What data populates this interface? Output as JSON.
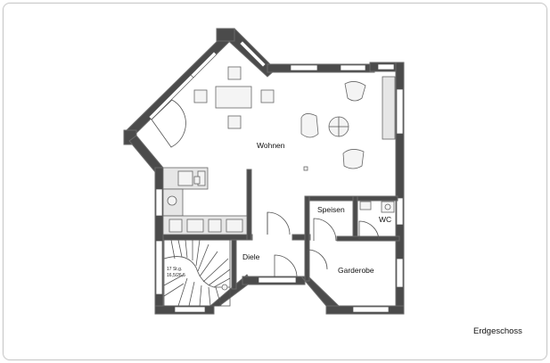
{
  "rooms": {
    "wohnen": "Wohnen",
    "speisen": "Speisen",
    "wc": "WC",
    "diele": "Diele",
    "garderobe": "Garderobe"
  },
  "stairs": {
    "line1": "17 St.g.",
    "line2": "16,5/26,5"
  },
  "caption": "Erdgeschoss",
  "colors": {
    "wall": "#4b4b4b",
    "frame": "#c9c9c9"
  }
}
